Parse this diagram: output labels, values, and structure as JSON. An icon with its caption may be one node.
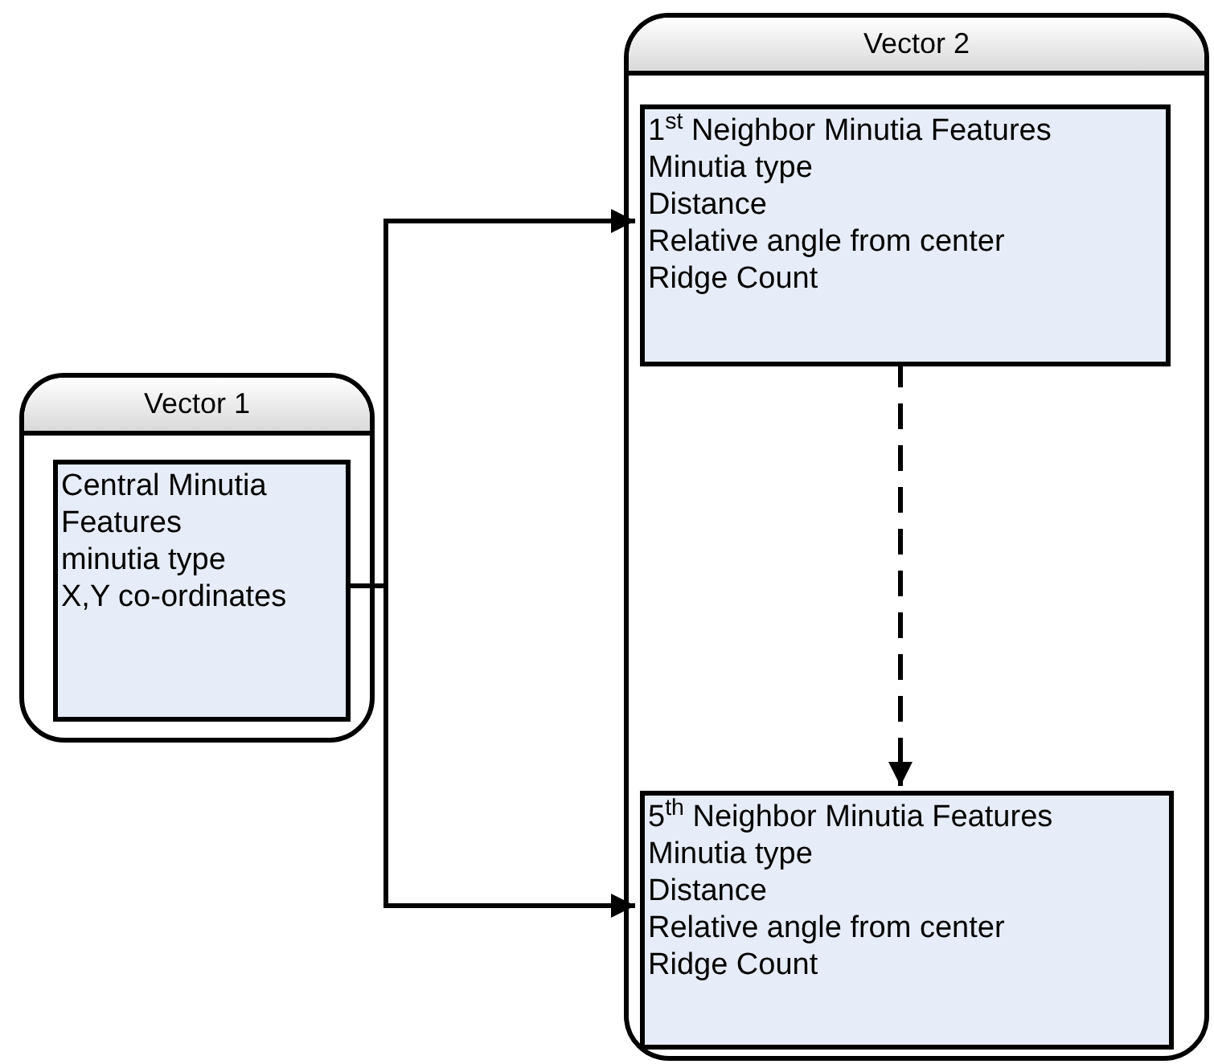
{
  "diagram": {
    "nodes": [
      {
        "text": [
          "Vector 1"
        ]
      },
      {
        "text": [
          "Central Minutia Features",
          "minutia type",
          "X,Y co-ordinates"
        ],
        "in": 0
      },
      {
        "text": [
          "Vector 2"
        ]
      },
      {
        "text": [
          "1$^{st}$ Neighbor Minutia Features",
          "Minutia type",
          "Distance",
          "Relative angle from center",
          "Ridge Count"
        ],
        "in": 2
      },
      {
        "text": [
          "5$^{th}$ Neighbor Minutia Features",
          "Minutia type",
          "Distance",
          "Relative angle from center",
          "Ridge Count"
        ],
        "in": 2
      }
    ],
    "edges": [
      {
        "from": 1,
        "to": 3,
        "arrow": "to"
      },
      {
        "from": 1,
        "to": 4,
        "arrow": "to"
      },
      {
        "from": 3,
        "to": 4,
        "arrow": "to",
        "style": "dashed"
      }
    ]
  }
}
